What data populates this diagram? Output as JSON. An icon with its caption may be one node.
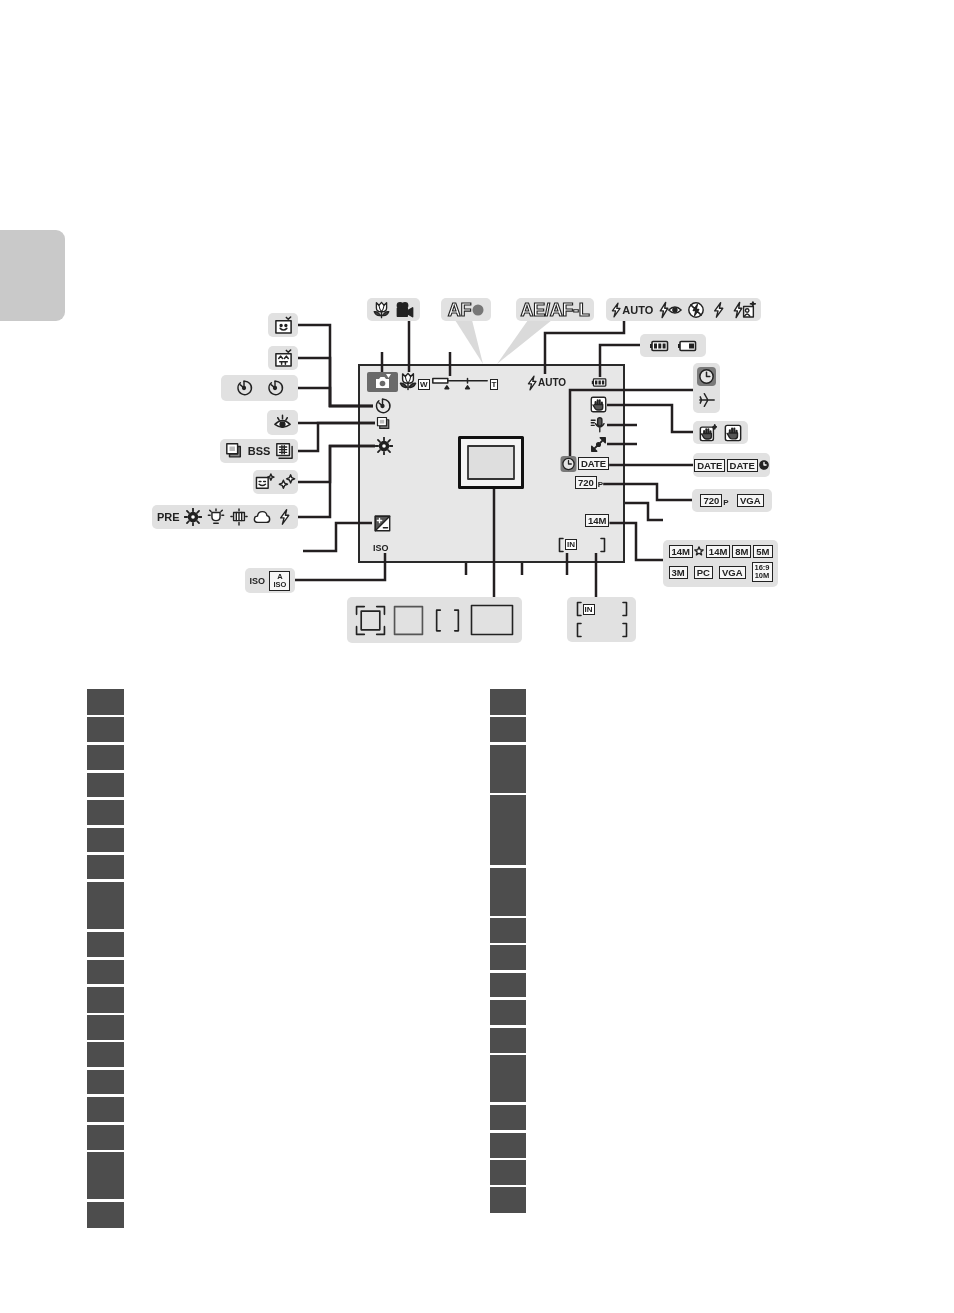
{
  "diagram": {
    "nodes": [
      {
        "text": [],
        "shape": "box"
      },
      {
        "text": [],
        "shape": "box"
      },
      {
        "text": [
          "AF"
        ]
      },
      {
        "text": [
          "AE/AF-L"
        ]
      },
      {
        "text": [
          "AUTO"
        ]
      },
      {
        "text": [],
        "shape": "box"
      },
      {
        "text": [],
        "shape": "box"
      },
      {
        "text": [],
        "shape": "box"
      },
      {
        "text": [],
        "shape": "box"
      },
      {
        "text": [],
        "shape": "box"
      },
      {
        "text": [],
        "shape": "picture",
        "in": 9
      },
      {
        "text": [],
        "shape": "picture",
        "in": 9
      },
      {
        "text": [
          "W",
          "T"
        ],
        "in": 9
      },
      {
        "text": [
          "AUTO"
        ],
        "in": 9
      },
      {
        "text": [],
        "shape": "picture",
        "in": 9
      },
      {
        "text": [],
        "shape": "box"
      },
      {
        "text": [],
        "shape": "picture",
        "in": 9
      },
      {
        "text": [],
        "shape": "picture",
        "in": 9
      },
      {
        "text": [],
        "shape": "box"
      },
      {
        "text": [],
        "shape": "picture",
        "in": 9
      },
      {
        "text": [],
        "shape": "picture",
        "in": 9
      },
      {
        "text": [],
        "shape": "box"
      },
      {
        "text": [],
        "shape": "box",
        "in": 9
      },
      {
        "text": [],
        "shape": "picture",
        "in": 9
      },
      {
        "text": [],
        "shape": "picture",
        "in": 9
      },
      {
        "text": [
          "BSS"
        ]
      },
      {
        "text": [
          "DATE",
          "DATE"
        ]
      },
      {
        "text": [],
        "shape": "picture",
        "in": 9
      },
      {
        "text": [
          "DATE"
        ],
        "in": 9
      },
      {
        "text": [],
        "shape": "box"
      },
      {
        "text": [
          "720",
          "P"
        ],
        "in": 9
      },
      {
        "text": [
          "720",
          "P",
          "VGA"
        ]
      },
      {
        "text": [
          "PRE"
        ]
      },
      {
        "text": [
          "14M"
        ],
        "in": 9
      },
      {
        "text": [],
        "shape": "picture",
        "in": 9
      },
      {
        "text": [
          "IN"
        ],
        "in": 9
      },
      {
        "text": [
          "14M",
          "14M",
          "8M",
          "5M",
          "3M",
          "PC",
          "VGA",
          "16:9 10M"
        ]
      },
      {
        "text": [
          "ISO"
        ],
        "in": 9
      },
      {
        "text": [
          "ISO",
          "A ISO"
        ]
      },
      {
        "text": [],
        "shape": "box"
      },
      {
        "text": [
          "IN"
        ]
      }
    ],
    "edges": [
      {
        "from": 1,
        "to": 11,
        "arrow": "none"
      },
      {
        "from": null,
        "to": 10,
        "arrow": "none"
      },
      {
        "from": null,
        "to": 12,
        "arrow": "none"
      },
      {
        "from": 4,
        "to": 13,
        "arrow": "none"
      },
      {
        "from": 6,
        "to": 14,
        "arrow": "none"
      },
      {
        "from": 5,
        "to": 16,
        "arrow": "none"
      },
      {
        "from": 7,
        "to": 16,
        "arrow": "none"
      },
      {
        "from": 15,
        "to": 16,
        "arrow": "none"
      },
      {
        "from": 8,
        "to": 27,
        "arrow": "none"
      },
      {
        "from": 21,
        "to": 17,
        "arrow": "none"
      },
      {
        "from": 18,
        "to": 19,
        "arrow": "none"
      },
      {
        "from": 25,
        "to": 19,
        "arrow": "none"
      },
      {
        "from": null,
        "to": 20,
        "arrow": "none"
      },
      {
        "from": 29,
        "to": 23,
        "arrow": "none"
      },
      {
        "from": 32,
        "to": 23,
        "arrow": "none"
      },
      {
        "from": null,
        "to": 24,
        "arrow": "none"
      },
      {
        "from": 26,
        "to": 28,
        "arrow": "none"
      },
      {
        "from": 31,
        "to": 30,
        "arrow": "none"
      },
      {
        "from": null,
        "to": 9,
        "arrow": "none"
      },
      {
        "from": 36,
        "to": 33,
        "arrow": "none"
      },
      {
        "from": null,
        "to": 34,
        "arrow": "none"
      },
      {
        "from": 38,
        "to": 37,
        "arrow": "none"
      },
      {
        "from": 39,
        "to": 22,
        "arrow": "none"
      },
      {
        "from": null,
        "to": 9,
        "arrow": "none"
      },
      {
        "from": null,
        "to": 9,
        "arrow": "none"
      },
      {
        "from": null,
        "to": 35,
        "arrow": "none"
      },
      {
        "from": 40,
        "to": 35,
        "arrow": "none"
      },
      {
        "from": 2,
        "to": 9,
        "arrow": "to"
      },
      {
        "from": 3,
        "to": 9,
        "arrow": "to"
      }
    ]
  }
}
